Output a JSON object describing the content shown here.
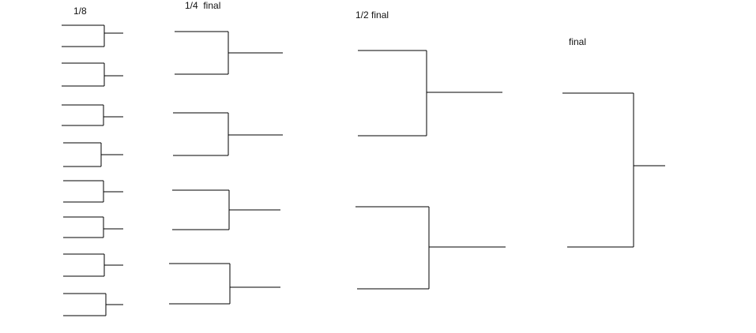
{
  "rounds": {
    "eighth": "1/8",
    "quarter": "1/4  final",
    "semi": "1/2 final",
    "final": "final"
  },
  "colors": {
    "background": "#ffffff",
    "line": "#000000",
    "text": "#111111"
  }
}
